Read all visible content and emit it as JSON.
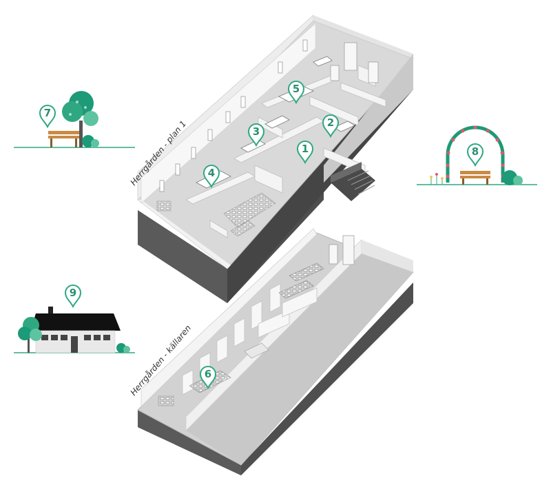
{
  "colors": {
    "accent": "#2fa882",
    "accent_light": "#e6f5ef",
    "wall": "#f4f4f4",
    "floor": "#d8d8d8",
    "base": "#555555",
    "roof": "#111111",
    "tree_dark": "#1d9a78",
    "tree_light": "#5ec3a1",
    "bench": "#c98a43",
    "rose": "#e05a6a"
  },
  "floors": {
    "plan1": {
      "label": "Herrgården - plan 1"
    },
    "kallaren": {
      "label": "Herrgården - källaren"
    }
  },
  "markers": [
    {
      "id": "1",
      "label": "1"
    },
    {
      "id": "2",
      "label": "2"
    },
    {
      "id": "3",
      "label": "3"
    },
    {
      "id": "4",
      "label": "4"
    },
    {
      "id": "5",
      "label": "5"
    },
    {
      "id": "6",
      "label": "6"
    },
    {
      "id": "7",
      "label": "7"
    },
    {
      "id": "8",
      "label": "8"
    },
    {
      "id": "9",
      "label": "9"
    }
  ],
  "icons": {
    "marker": "map-pin-icon",
    "park": "park-bench-icon",
    "arch": "rose-arch-icon",
    "house": "house-icon"
  }
}
